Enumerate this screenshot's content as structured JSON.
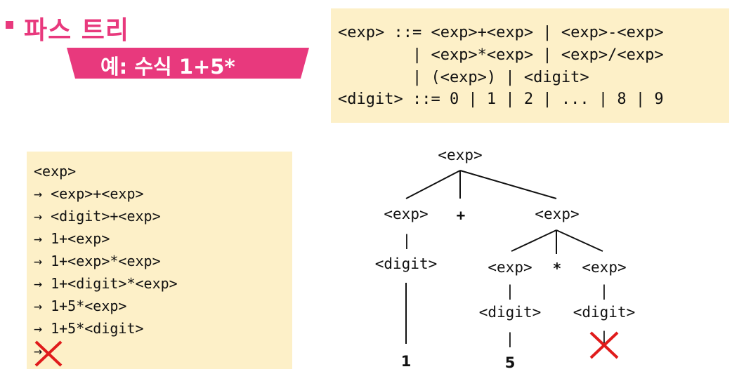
{
  "title": "파스 트리",
  "subtitle": "예: 수식 1+5*",
  "colors": {
    "accent": "#e8397d",
    "box_bg": "#fdf0c8",
    "x_mark": "#e01b1b"
  },
  "grammar": {
    "lines": [
      "<exp> ::= <exp>+<exp> | <exp>-<exp>",
      "        | <exp>*<exp> | <exp>/<exp>",
      "        | (<exp>) | <digit>",
      "<digit> ::= 0 | 1 | 2 | ... | 8 | 9"
    ]
  },
  "derivation": {
    "steps": [
      "<exp>",
      "→ <exp>+<exp>",
      "→ <digit>+<exp>",
      "→ 1+<exp>",
      "→ 1+<exp>*<exp>",
      "→ 1+<digit>*<exp>",
      "→ 1+5*<exp>",
      "→ 1+5*<digit>",
      "→"
    ]
  },
  "tree": {
    "root": "<exp>",
    "left_exp": "<exp>",
    "plus": "+",
    "right_exp": "<exp>",
    "left_digit": "<digit>",
    "leaf_1": "1",
    "rl_exp": "<exp>",
    "star": "*",
    "rr_exp": "<exp>",
    "rl_digit": "<digit>",
    "rr_digit": "<digit>",
    "leaf_5": "5",
    "bar": "|"
  },
  "icons": [
    "x-mark-icon"
  ]
}
